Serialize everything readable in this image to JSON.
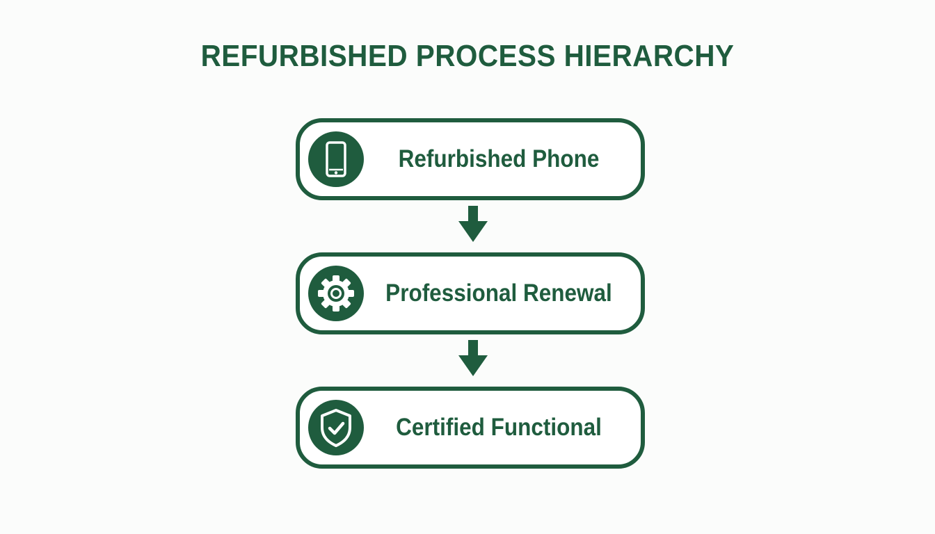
{
  "title": "REFURBISHED PROCESS HIERARCHY",
  "colors": {
    "primary": "#1f5c3e",
    "background": "#fbfcfb",
    "box_fill": "#ffffff"
  },
  "steps": [
    {
      "label": "Refurbished Phone",
      "icon": "smartphone-icon"
    },
    {
      "label": "Professional Renewal",
      "icon": "gear-icon"
    },
    {
      "label": "Certified Functional",
      "icon": "shield-check-icon"
    }
  ],
  "connectors": [
    {
      "from": "Refurbished Phone",
      "to": "Professional Renewal",
      "icon": "arrow-down-icon"
    },
    {
      "from": "Professional Renewal",
      "to": "Certified Functional",
      "icon": "arrow-down-icon"
    }
  ]
}
